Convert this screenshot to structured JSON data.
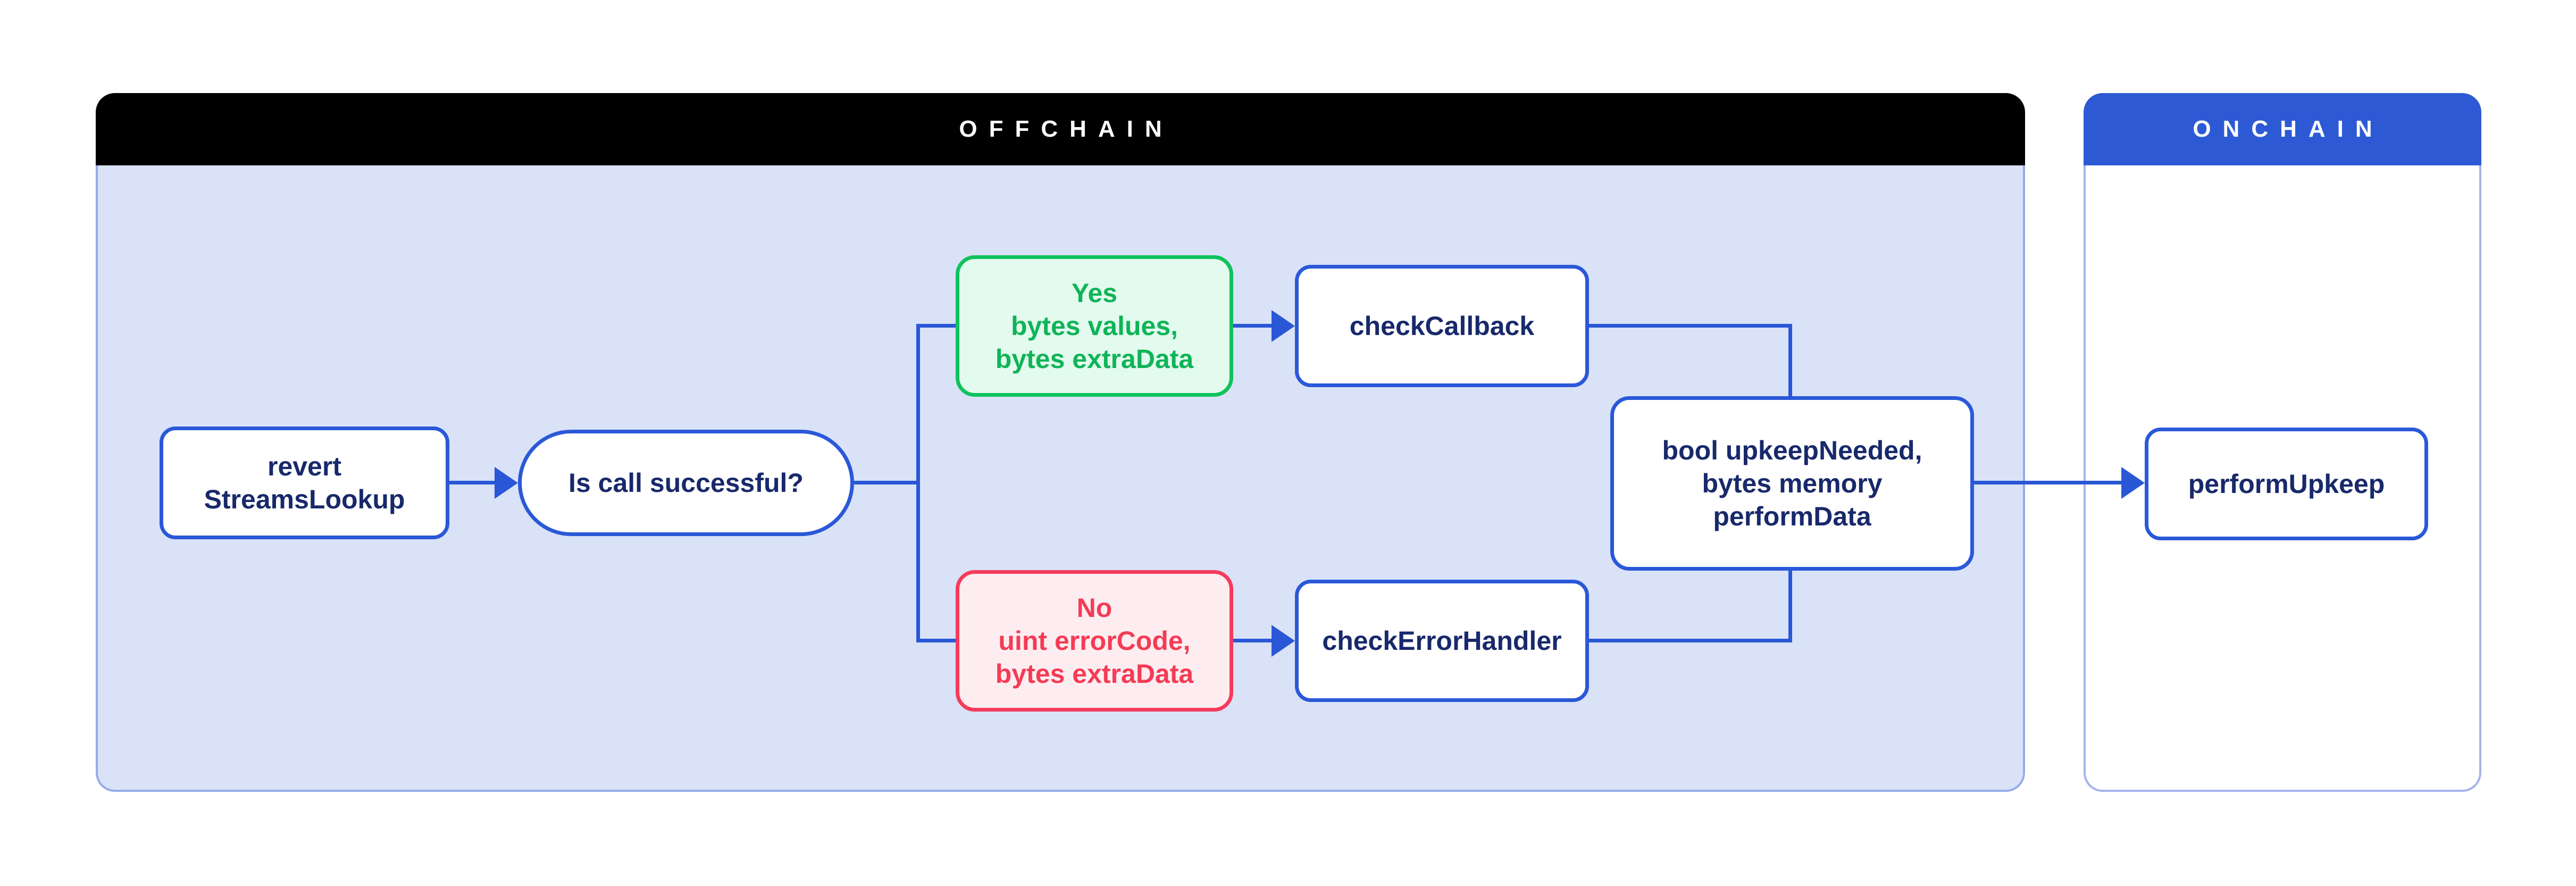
{
  "diagram": {
    "offchain": {
      "title": "OFFCHAIN"
    },
    "onchain": {
      "title": "ONCHAIN"
    }
  },
  "nodes": {
    "revert": {
      "label": "revert\nStreamsLookup"
    },
    "decision": {
      "label": "Is call successful?"
    },
    "yes_branch": {
      "label": "Yes\nbytes values,\nbytes extraData"
    },
    "no_branch": {
      "label": "No\nuint errorCode,\nbytes extraData"
    },
    "check_callback": {
      "label": "checkCallback"
    },
    "check_error_handler": {
      "label": "checkErrorHandler"
    },
    "upkeep_needed": {
      "label": "bool upkeepNeeded,\nbytes memory\nperformData"
    },
    "perform_upkeep": {
      "label": "performUpkeep"
    }
  },
  "colors": {
    "offchain_header_bg": "#000000",
    "onchain_header_bg": "#2d5ad4",
    "offchain_body_bg": "#d9e2f7",
    "container_border": "#97abe9",
    "connector_blue": "#2a57d6",
    "node_border_blue": "#2a58d8",
    "node_text_navy": "#18296b",
    "yes_border_green": "#10c25c",
    "yes_bg": "#e3faee",
    "yes_text": "#0fb457",
    "no_border_red": "#f43b5c",
    "no_bg": "#fdedf0",
    "no_text": "#f53b55"
  }
}
